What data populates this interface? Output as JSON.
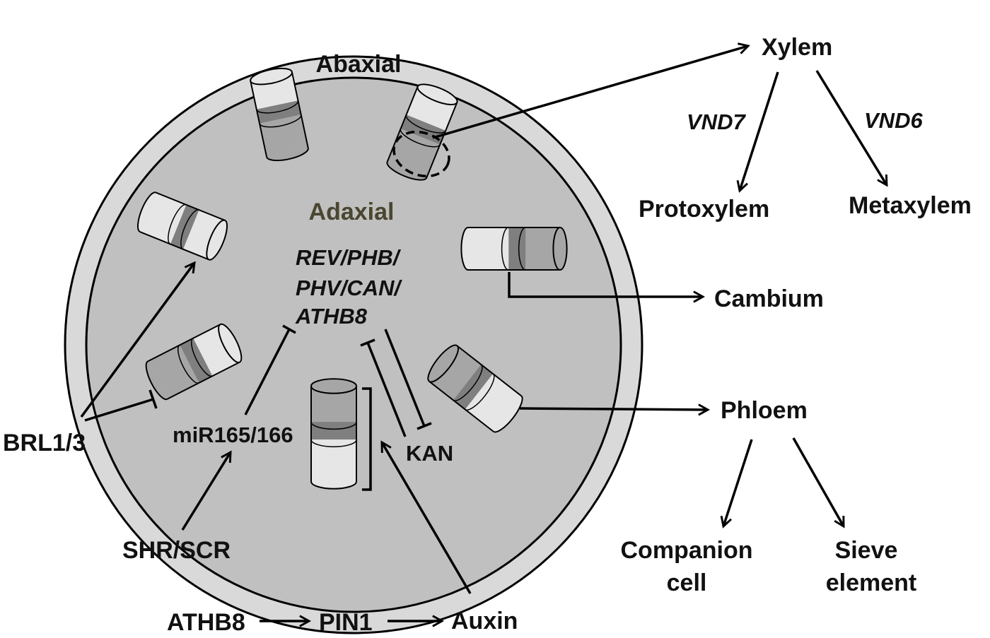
{
  "regions": {
    "abaxial": "Abaxial",
    "adaxial": "Adaxial"
  },
  "genes": {
    "line1": "REV/PHB/",
    "line2": "PHV/CAN/",
    "line3": "ATHB8"
  },
  "regulators": {
    "mir": "miR165/166",
    "kan": "KAN",
    "brl": "BRL1/3",
    "shr": "SHR/SCR"
  },
  "pathway": {
    "athb8": "ATHB8",
    "pin1": "PIN1",
    "auxin": "Auxin"
  },
  "fates": {
    "xylem": "Xylem",
    "vnd7": "VND7",
    "vnd6": "VND6",
    "protoxylem": "Protoxylem",
    "metaxylem": "Metaxylem",
    "cambium": "Cambium",
    "phloem": "Phloem",
    "companion_line1": "Companion",
    "companion_line2": "cell",
    "sieve_line1": "Sieve",
    "sieve_line2": "element"
  },
  "colors": {
    "outer_ring": "#d9d9d9",
    "inner_disc": "#c0c0c0",
    "bundle_light": "#e6e6e6",
    "bundle_mid": "#a6a6a6",
    "bundle_dark": "#7f7f7f",
    "adaxial_text": "#4a4630"
  }
}
